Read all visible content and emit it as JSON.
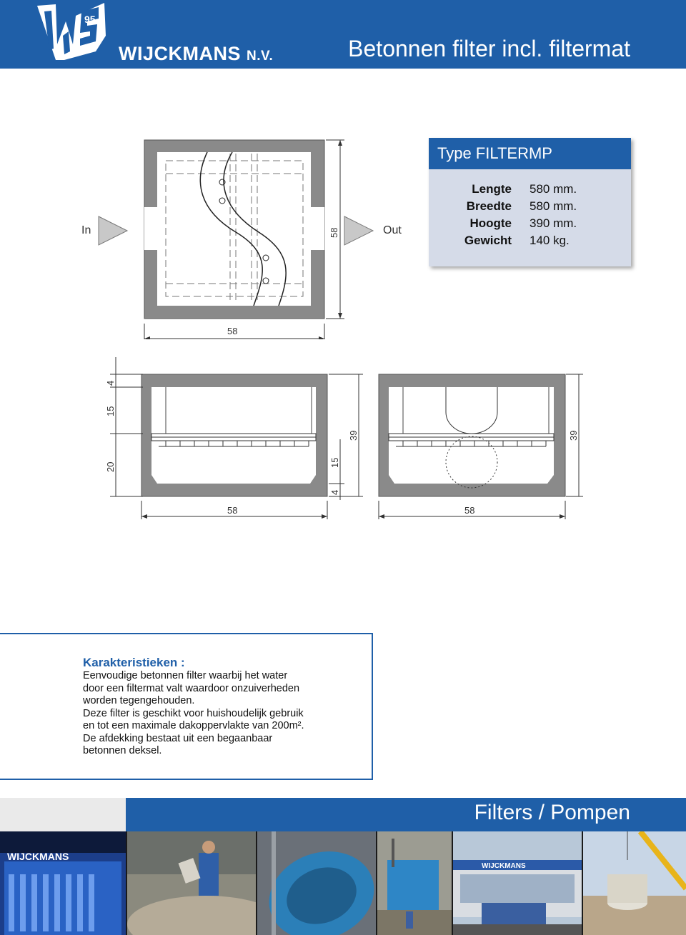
{
  "header": {
    "company_name": "WIJCKMANS",
    "company_suffix": "N.V.",
    "title": "Betonnen filter incl. filtermat",
    "brand_color": "#1f5fa8"
  },
  "spec": {
    "type_label": "Type FILTERMP",
    "rows": [
      {
        "label": "Lengte",
        "value": "580 mm."
      },
      {
        "label": "Breedte",
        "value": "580 mm."
      },
      {
        "label": "Hoogte",
        "value": "390 mm."
      },
      {
        "label": "Gewicht",
        "value": "140 kg."
      }
    ]
  },
  "drawing_top": {
    "in_label": "In",
    "out_label": "Out",
    "width_dim": "58",
    "length_dim": "58"
  },
  "drawing_section_left": {
    "dim_top": "4",
    "dim_mid": "15",
    "dim_bottom": "20",
    "width_dim": "58",
    "height_dim": "39",
    "dim_right_15": "15",
    "dim_right_4": "4"
  },
  "drawing_section_right": {
    "width_dim": "58",
    "height_dim": "39"
  },
  "characteristics": {
    "title": "Karakteristieken :",
    "lines": [
      "Eenvoudige betonnen filter waarbij het water",
      "door een filtermat valt waardoor onzuiverheden",
      "worden tegengehouden.",
      "Deze filter is geschikt voor huishoudelijk gebruik",
      "en tot een maximale dakoppervlakte van 200m².",
      "De afdekking bestaat uit een begaanbaar",
      "betonnen deksel."
    ]
  },
  "footer": {
    "title": "Filters / Pompen",
    "photo_sign": "WIJCKMANS",
    "photo_truck_sign": "WIJCKMANS"
  }
}
